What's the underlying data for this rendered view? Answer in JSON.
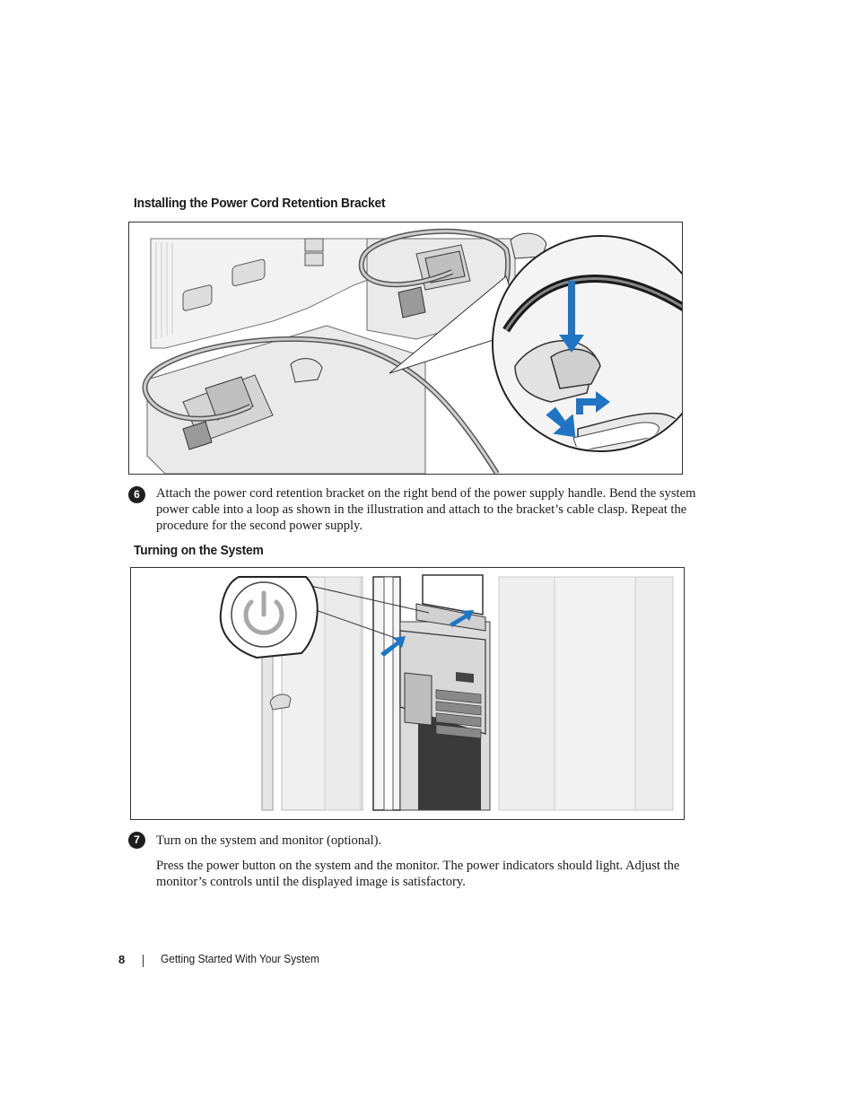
{
  "sections": {
    "bracket": {
      "heading": "Installing the Power Cord Retention Bracket",
      "step_number": "6",
      "text": "Attach the power cord retention bracket on the right bend of the power supply handle. Bend the system power cable into a loop as shown in the illustration and attach to the bracket’s cable clasp. Repeat the procedure for the second power supply."
    },
    "power_on": {
      "heading": "Turning on the System",
      "step_number": "7",
      "text": "Turn on the system and monitor (optional).",
      "detail": "Press the power button on the system and the monitor. The power indicators should light. Adjust the monitor’s controls until the displayed image is satisfactory."
    }
  },
  "footer": {
    "page_number": "8",
    "title": "Getting Started With Your System"
  },
  "colors": {
    "arrow_blue": "#1f74c4",
    "badge": "#1f1f1f"
  },
  "icons": [
    "power-icon",
    "arrow-icon"
  ]
}
